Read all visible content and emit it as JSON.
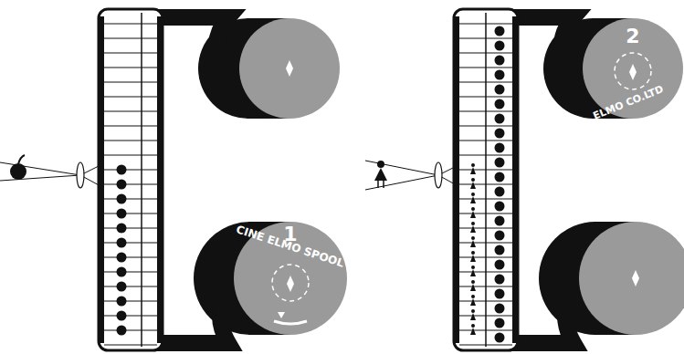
{
  "diagram": {
    "labels": [
      "CINE ELMO SPOOL",
      "1",
      "2",
      "ELMO CO.LTD"
    ]
  }
}
